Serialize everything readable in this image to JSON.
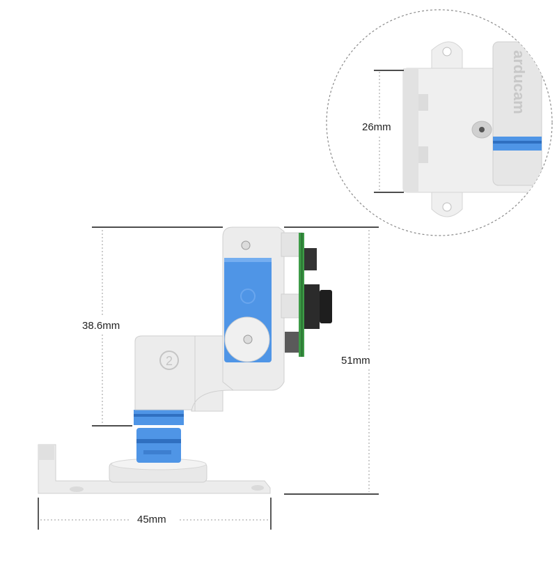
{
  "dimensions": {
    "detail_height": "26mm",
    "arm_height": "38.6mm",
    "total_height": "51mm",
    "base_width": "45mm"
  },
  "part_number": "2",
  "brand_mark": "arducam",
  "colors": {
    "plastic": "#ececec",
    "plastic_edge": "#cfcfcf",
    "servo_blue": "#4f95e6",
    "pcb_green": "#3d9b47",
    "dim_line": "#111111",
    "dotted": "#999999"
  }
}
